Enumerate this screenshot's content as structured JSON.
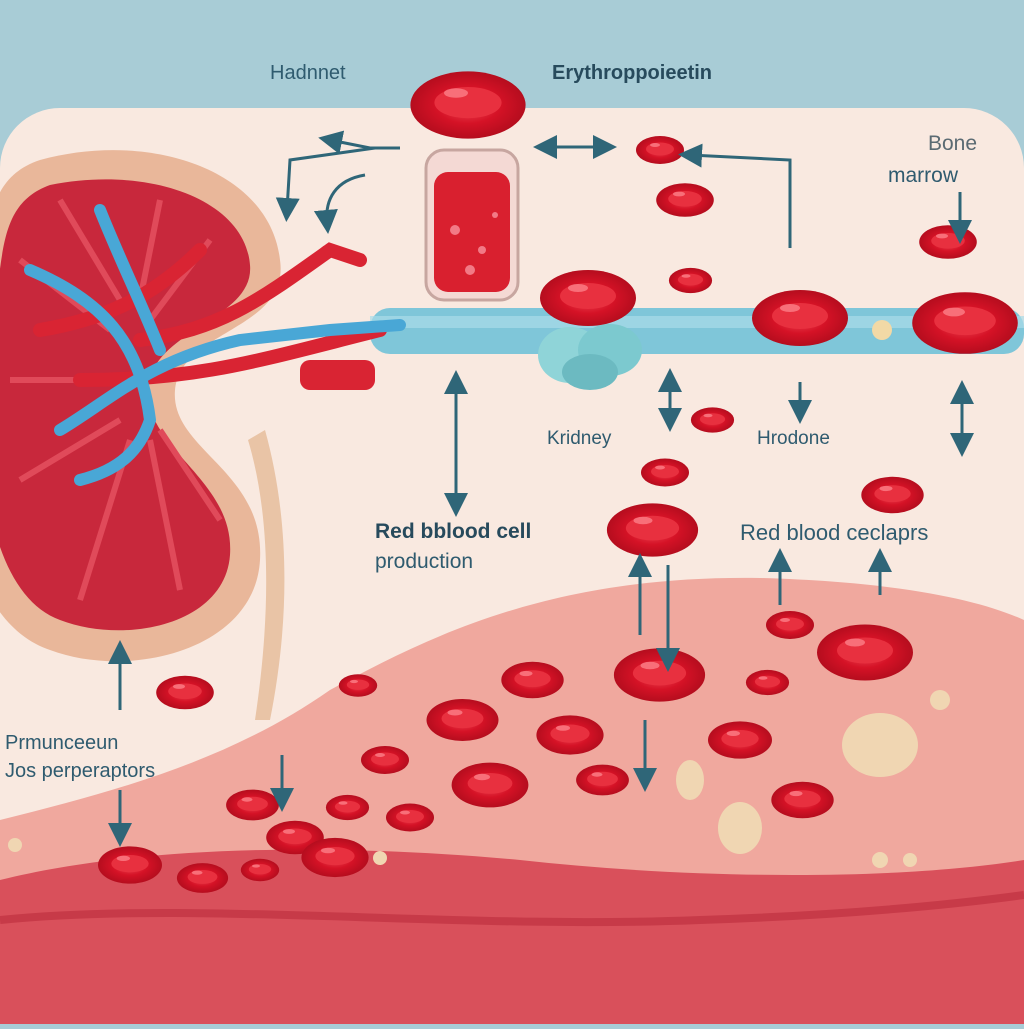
{
  "labels": {
    "hormone_top": "Hadnnet",
    "epo": "Erythroppoieetin",
    "bone": "Bone",
    "marrow": "marrow",
    "kidney": "Kridney",
    "hormone_mid": "Hrodone",
    "rbc_prod_1": "Red bblood cell",
    "rbc_prod_2": "production",
    "rbc_precursors": "Red blood ceclaprs",
    "precursors_1": "Prmunceeun",
    "precursors_2": "Jos perperaptors"
  },
  "colors": {
    "background": "#a8ccd6",
    "panel": "#f9e9e0",
    "kidney_outer": "#e9b79a",
    "kidney_inner": "#c8283c",
    "artery": "#d92433",
    "vein": "#49a7d6",
    "rbc": "#e0192b",
    "vessel": "#d9505b",
    "arrow": "#2f6678",
    "text": "#2f5b6f"
  },
  "icons": [
    "kidney-icon",
    "vial-icon",
    "blood-vessel-icon",
    "red-blood-cell-icon",
    "arrow-icon"
  ]
}
